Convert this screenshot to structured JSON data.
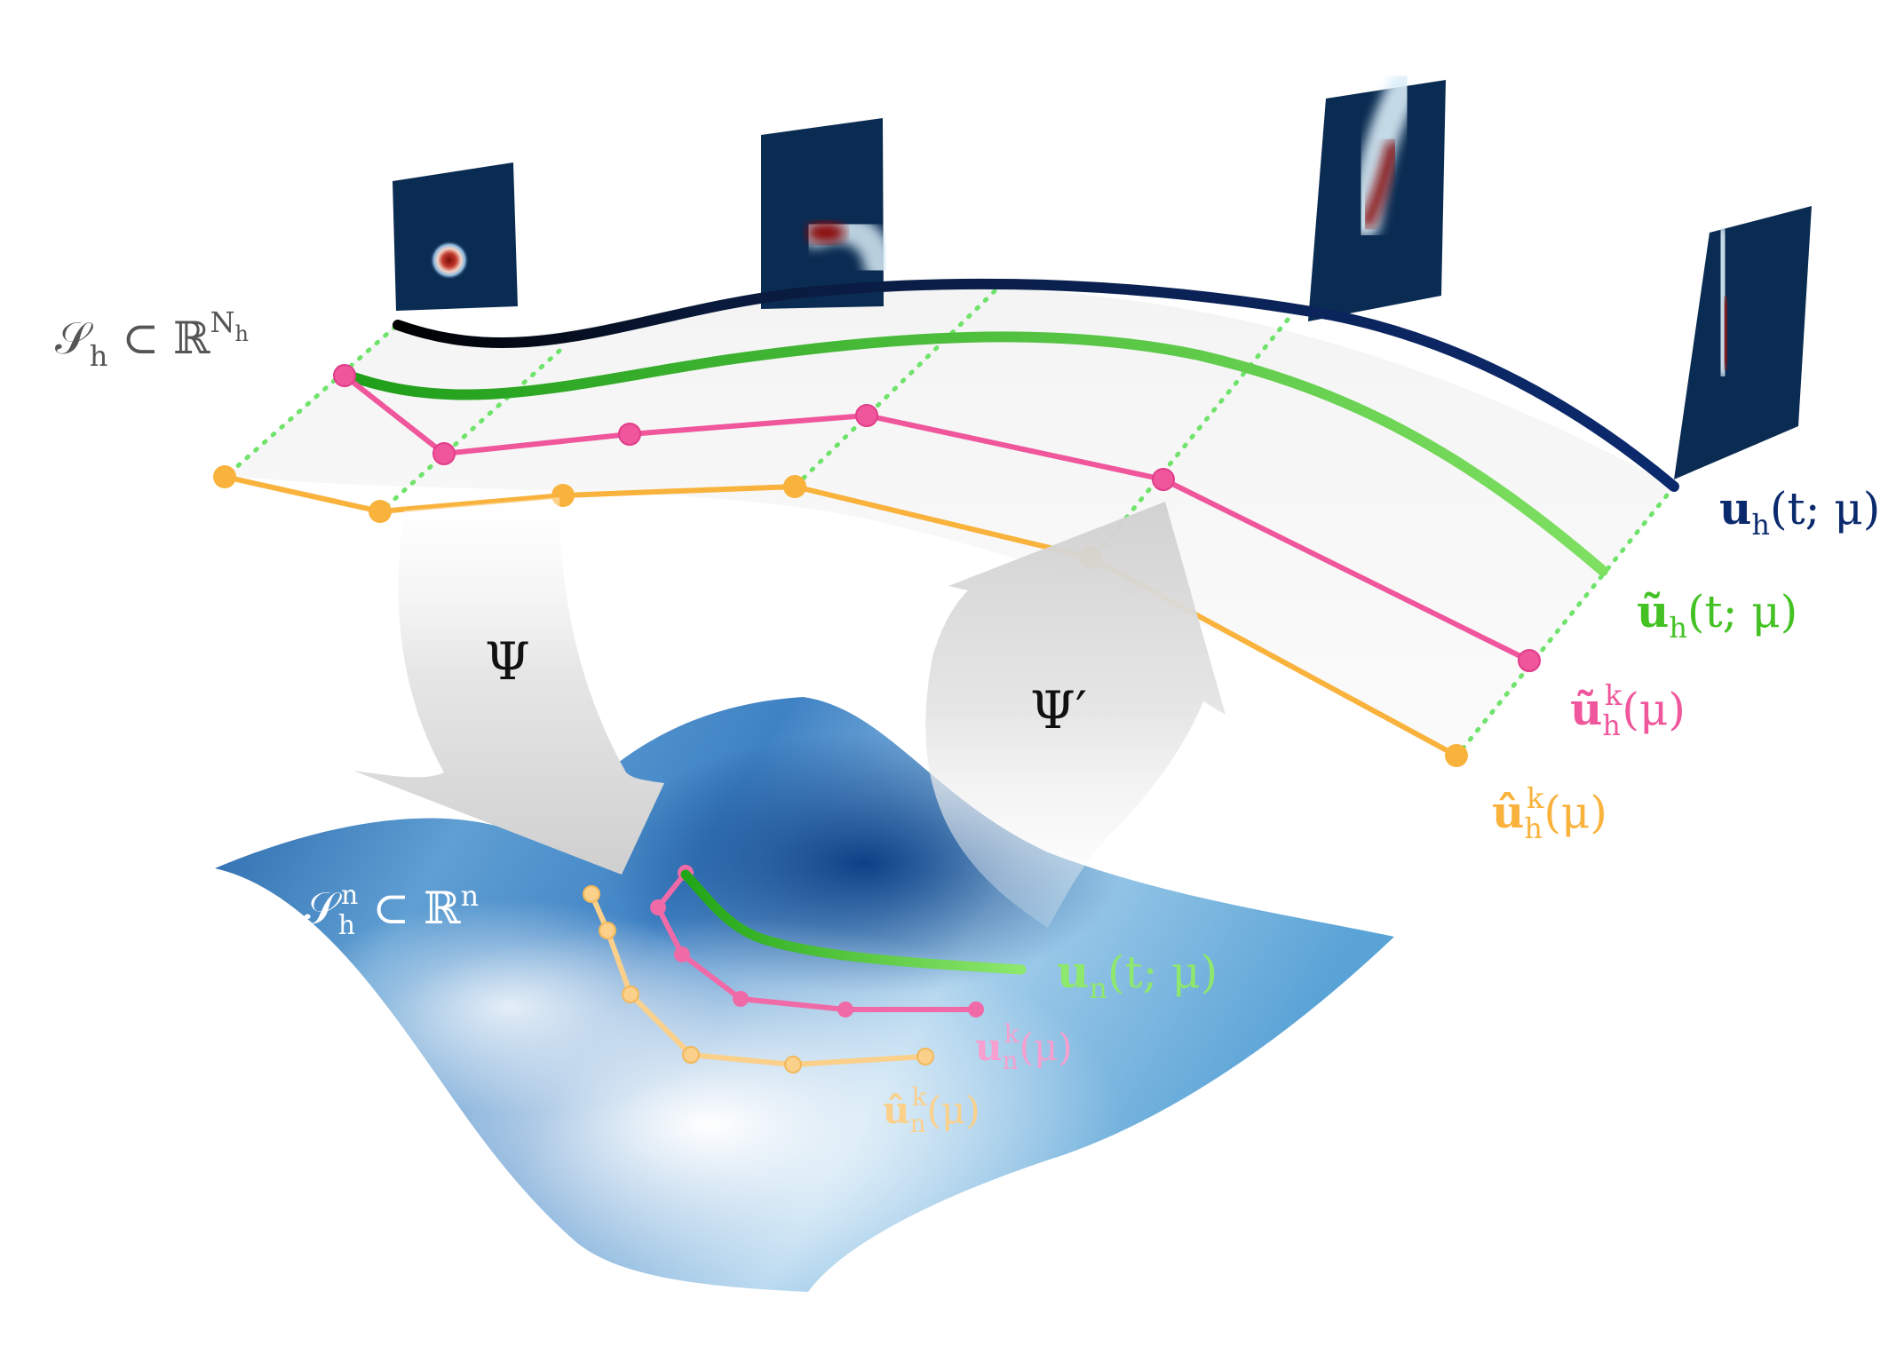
{
  "manifold_high": {
    "symbol": "𝒮",
    "sub": "h",
    "relation": " ⊂ ℝ",
    "sup": "N",
    "sup_sub": "h"
  },
  "manifold_low": {
    "symbol": "𝒮",
    "sub": "h",
    "sup": "n",
    "relation": " ⊂ ℝ",
    "rel_sup": "n"
  },
  "maps": {
    "encoder": "Ψ",
    "decoder": "Ψ′"
  },
  "curves_high": {
    "exact": {
      "symbol": "u",
      "sub": "h",
      "args": "(t; μ)",
      "color": "#0b2a6e"
    },
    "reconstructed": {
      "symbol": "ũ",
      "sub": "h",
      "args": "(t; μ)",
      "color": "#4fc92f"
    },
    "discrete_tilde": {
      "symbol": "ũ",
      "sub": "h",
      "sup": "k",
      "args": "(μ)",
      "color": "#f0569b"
    },
    "discrete_hat": {
      "symbol": "û",
      "sub": "h",
      "sup": "k",
      "args": "(μ)",
      "color": "#f9b23b"
    }
  },
  "curves_low": {
    "latent": {
      "symbol": "u",
      "sub": "n",
      "args": "(t; μ)",
      "color": "#8ee86d"
    },
    "latent_discrete": {
      "symbol": "u",
      "sub": "n",
      "sup": "k",
      "args": "(μ)",
      "color": "#f7a0d0"
    },
    "latent_hat": {
      "symbol": "û",
      "sub": "n",
      "sup": "k",
      "args": "(μ)",
      "color": "#fbd08a"
    }
  },
  "snapshots": [
    {
      "name": "snapshot-1",
      "pattern": "dot"
    },
    {
      "name": "snapshot-2",
      "pattern": "curl"
    },
    {
      "name": "snapshot-3",
      "pattern": "streak"
    },
    {
      "name": "snapshot-4",
      "pattern": "drop"
    }
  ],
  "colors": {
    "snapshot_bg": "#0b2c52",
    "surface_dark": "#0f4d93",
    "surface_light": "#9fcbe8"
  }
}
